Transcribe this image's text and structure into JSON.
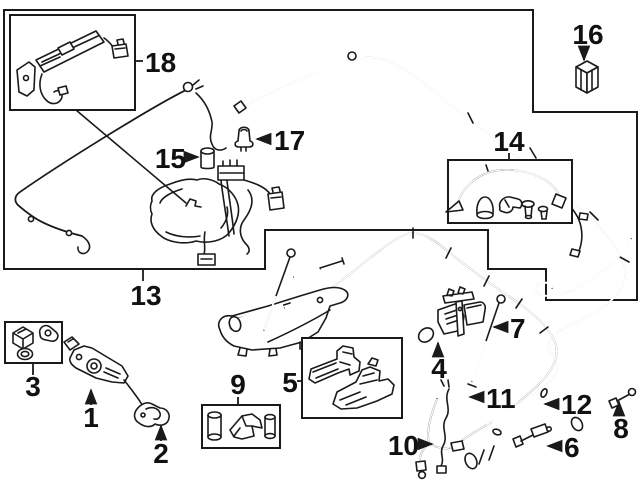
{
  "colors": {
    "background": "#ffffff",
    "line": "#1a1a1a",
    "label": "#111111"
  },
  "callouts": {
    "c1": {
      "label": "1"
    },
    "c2": {
      "label": "2"
    },
    "c3": {
      "label": "3"
    },
    "c4": {
      "label": "4"
    },
    "c5": {
      "label": "5"
    },
    "c6": {
      "label": "6"
    },
    "c7": {
      "label": "7"
    },
    "c8": {
      "label": "8"
    },
    "c9": {
      "label": "9"
    },
    "c10": {
      "label": "10"
    },
    "c11": {
      "label": "11"
    },
    "c12": {
      "label": "12"
    },
    "c13": {
      "label": "13"
    },
    "c14": {
      "label": "14"
    },
    "c15": {
      "label": "15"
    },
    "c16": {
      "label": "16"
    },
    "c17": {
      "label": "17"
    },
    "c18": {
      "label": "18"
    }
  }
}
